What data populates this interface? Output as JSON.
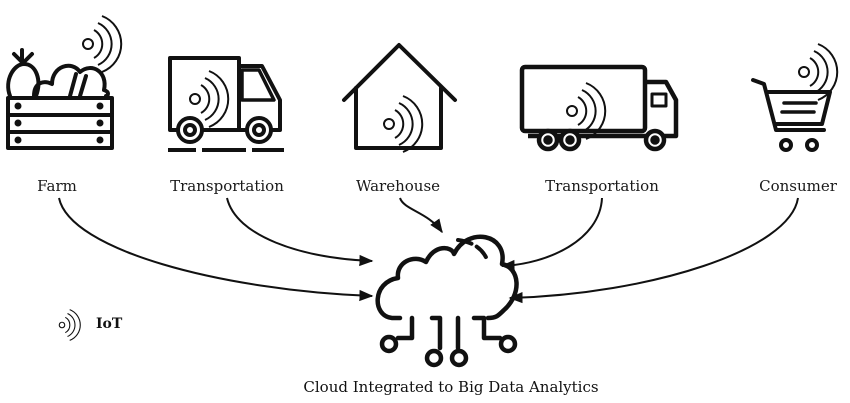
{
  "nodes": [
    {
      "id": "farm",
      "label": "Farm",
      "icon": "farm-crate-icon"
    },
    {
      "id": "transportation-1",
      "label": "Transportation",
      "icon": "van-icon"
    },
    {
      "id": "warehouse",
      "label": "Warehouse",
      "icon": "warehouse-icon"
    },
    {
      "id": "transportation-2",
      "label": "Transportation",
      "icon": "truck-icon"
    },
    {
      "id": "consumer",
      "label": "Consumer",
      "icon": "shopping-cart-icon"
    }
  ],
  "hub": {
    "label": "Cloud Integrated to Big Data Analytics",
    "icon": "cloud-network-icon"
  },
  "legend": {
    "icon": "iot-signal-icon",
    "label": "IoT"
  },
  "edges": [
    {
      "from": "farm",
      "to": "hub"
    },
    {
      "from": "transportation-1",
      "to": "hub"
    },
    {
      "from": "warehouse",
      "to": "hub"
    },
    {
      "from": "transportation-2",
      "to": "hub"
    },
    {
      "from": "consumer",
      "to": "hub"
    }
  ]
}
